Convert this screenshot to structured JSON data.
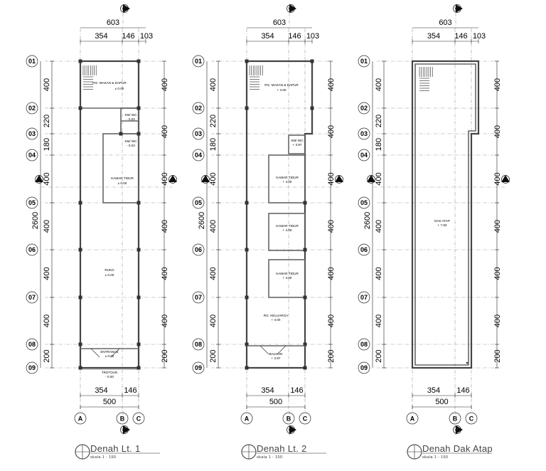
{
  "drawing": {
    "dims_top": {
      "total": "603",
      "a_b": "354",
      "b_c": "146",
      "c_edge": "103"
    },
    "dims_bottom": {
      "a_b": "354",
      "b_c": "146",
      "total": "500"
    },
    "dims_left": {
      "total": "2600",
      "spans": [
        "400",
        "220",
        "180",
        "400",
        "400",
        "400",
        "400",
        "200"
      ]
    },
    "dims_right": [
      "400",
      "400",
      "400",
      "400",
      "400",
      "400",
      "200"
    ],
    "grid_rows": [
      "01",
      "02",
      "03",
      "04",
      "05",
      "06",
      "07",
      "08",
      "09"
    ],
    "grid_cols": [
      "A",
      "B",
      "C"
    ],
    "section_y": "Y-1",
    "section_x": "X-1"
  },
  "plans": [
    {
      "title": "Denah Lt. 1",
      "scale": "skala 1 : 150",
      "rooms": [
        {
          "name": "RG. MAKAN & DAPUR",
          "level": "± 0.00"
        },
        {
          "name": "KM/ WC",
          "level": "- 0.02"
        },
        {
          "name": "KM/ WC",
          "level": "- 0.03"
        },
        {
          "name": "KAMAR TIDUR",
          "level": "± 0.00"
        },
        {
          "name": "RUKO",
          "level": "± 0.00"
        },
        {
          "name": "ENTRANCE",
          "level": "± 0.00"
        },
        {
          "name": "TROTOAR",
          "level": "- 0.00"
        }
      ]
    },
    {
      "title": "Denah Lt. 2",
      "scale": "skala 1 : 150",
      "rooms": [
        {
          "name": "RG. MAKAN & DAPUR",
          "level": "+ 4.00"
        },
        {
          "name": "KM/ WC",
          "level": "+ 3.97"
        },
        {
          "name": "KAMAR TIDUR",
          "level": "+ 4.00"
        },
        {
          "name": "KAMAR TIDUR",
          "level": "+ 4.00"
        },
        {
          "name": "KAMAR TIDUR",
          "level": "+ 4.00"
        },
        {
          "name": "RG. KELUARGA",
          "level": "+ 4.00"
        },
        {
          "name": "BALKON",
          "level": "+ 3.97"
        }
      ]
    },
    {
      "title": "Denah Dak Atap",
      "scale": "skala 1 : 150",
      "rooms": [
        {
          "name": "DAK ATAP",
          "level": "+ 7.93"
        }
      ]
    }
  ]
}
